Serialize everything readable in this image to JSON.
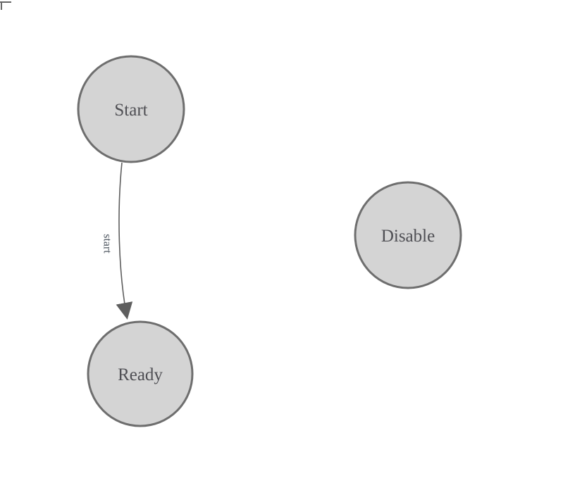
{
  "canvas": {
    "background": "#ffffff",
    "origin_marker_color": "#666666"
  },
  "diagram": {
    "nodes": [
      {
        "id": "start",
        "label": "Start"
      },
      {
        "id": "ready",
        "label": "Ready"
      },
      {
        "id": "disable",
        "label": "Disable"
      }
    ],
    "edges": [
      {
        "id": "start-to-ready",
        "from": "start",
        "to": "ready",
        "label": "start"
      }
    ],
    "colors": {
      "node_fill": "#d4d4d4",
      "node_stroke": "#6e6e6e",
      "node_text": "#4f4f54",
      "edge_stroke": "#5e5e5e",
      "edge_text": "#4c545e"
    }
  }
}
